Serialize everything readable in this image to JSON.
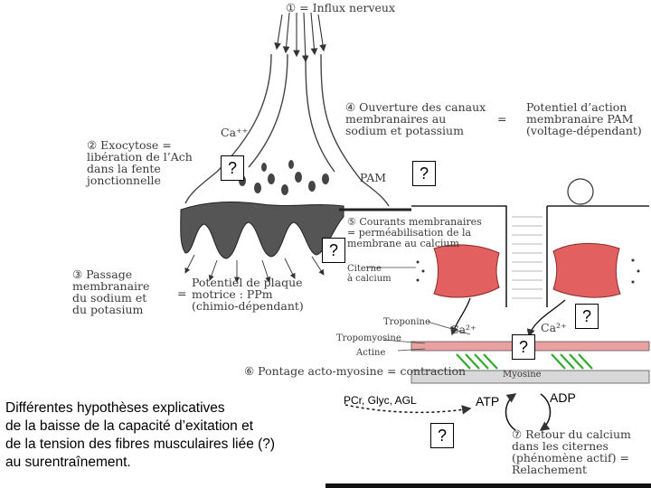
{
  "labels": {
    "influx": "① = Influx nerveux",
    "ouverture": "④ Ouverture des canaux\nmembranaires au\nsodium et potassium",
    "equal1": "=",
    "potentiel_action": "Potentiel d’action\nmembranaire PAM\n(voltage-dépendant)",
    "ca": "Ca⁺⁺",
    "exocytose": "② Exocytose =\nlibération de l’Ach\ndans la fente\njonctionnelle",
    "pam": "PAM",
    "courants": "⑤ Courants membranaires\n= perméabilisation de la\nmembrane au calcium",
    "passage": "③ Passage\nmembranaire\ndu sodium et\ndu potasium",
    "equal2": "=",
    "potentiel_plaque": "Potentiel de plaque\nmotrice : PPm\n(chimio-dépendant)",
    "citerne": "Citerne\nà calcium",
    "troponine": "Troponine",
    "tropomyosine": "Tropomyosine",
    "actine": "Actine",
    "myosine": "Myosine",
    "ca2_left": "Ca²⁺",
    "ca2_right": "Ca²⁺",
    "pontage": "⑥ Pontage acto-myosine = contraction",
    "retour": "⑦ Retour du calcium\ndans les citernes\n(phénomène actif) =\nRelachement"
  },
  "questions": [
    "?",
    "?",
    "?",
    "?",
    "?",
    "?"
  ],
  "energy": {
    "pcr": "PCr, Glyc, AGL",
    "atp": "ATP",
    "adp": "ADP"
  },
  "caption": {
    "lines": [
      "Différentes hypothèses explicatives",
      "de la baisse de la capacité d’exitation et",
      "de la tension des fibres musculaires liée (?)",
      "au surentraînement."
    ]
  },
  "colors": {
    "terminal": "#555555",
    "cistern": "#e26060",
    "bridges": "#2faa2a",
    "ink": "#333333"
  }
}
